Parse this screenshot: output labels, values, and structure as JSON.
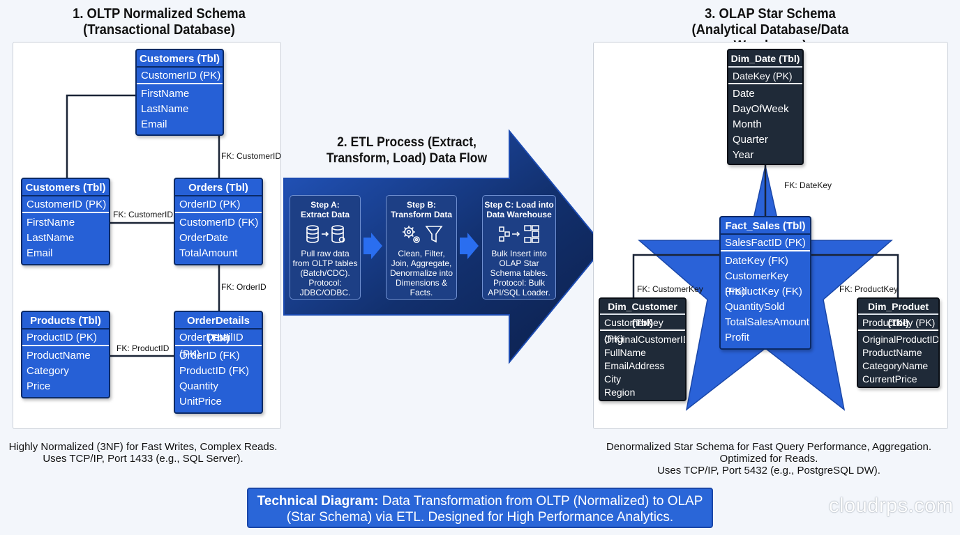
{
  "titles": {
    "oltp_line1": "1. OLTP Normalized Schema",
    "oltp_line2": "(Transactional Database)",
    "etl_line1": "2. ETL Process (Extract,",
    "etl_line2": "Transform, Load) Data Flow",
    "olap_line1": "3. OLAP Star Schema",
    "olap_line2": "(Analytical Database/Data Warehouse)"
  },
  "oltp": {
    "customers_top": {
      "title": "Customers (Tbl)",
      "pk": "CustomerID (PK)",
      "fields": [
        "FirstName",
        "LastName",
        "Email"
      ]
    },
    "customers": {
      "title": "Customers (Tbl)",
      "pk": "CustomerID (PK)",
      "fields": [
        "FirstName",
        "LastName",
        "Email"
      ]
    },
    "orders": {
      "title": "Orders (Tbl)",
      "pk": "OrderID (PK)",
      "fields": [
        "CustomerID (FK)",
        "OrderDate",
        "TotalAmount"
      ]
    },
    "products": {
      "title": "Products (Tbl)",
      "pk": "ProductID (PK)",
      "fields": [
        "ProductName",
        "Category",
        "Price"
      ]
    },
    "orderdetails": {
      "title": "OrderDetails (Tbl)",
      "pk": "OrderDetailID (PK)",
      "fields": [
        "OrderID (FK)",
        "ProductID (FK)",
        "Quantity",
        "UnitPrice"
      ]
    },
    "labels": {
      "fk_customer_vertical": "FK: CustomerID",
      "fk_customer_horizontal": "FK: CustomerID",
      "fk_order": "FK: OrderID",
      "fk_product": "FK: ProductID"
    },
    "caption_line1": "Highly Normalized (3NF) for Fast Writes, Complex Reads.",
    "caption_line2": "Uses TCP/IP, Port 1433 (e.g., SQL Server)."
  },
  "etl": {
    "steps": [
      {
        "title_l1": "Step A:",
        "title_l2": "Extract Data",
        "icon": "database-to-database-icon",
        "desc": [
          "Pull raw data",
          "from OLTP tables",
          "(Batch/CDC).",
          "Protocol:",
          "JDBC/ODBC."
        ]
      },
      {
        "title_l1": "Step B:",
        "title_l2": "Transform Data",
        "icon": "gears-and-filter-icon",
        "desc": [
          "Clean, Filter,",
          "Join, Aggregate,",
          "Denormalize into",
          "Dimensions &",
          "Facts."
        ]
      },
      {
        "title_l1": "Step C: Load into",
        "title_l2": "Data Warehouse",
        "icon": "load-to-schema-icon",
        "desc": [
          "Bulk Insert into",
          "OLAP Star",
          "Schema tables.",
          "Protocol: Bulk",
          "API/SQL Loader."
        ]
      }
    ]
  },
  "olap": {
    "dim_date": {
      "title": "Dim_Date (Tbl)",
      "pk": "DateKey (PK)",
      "fields": [
        "Date",
        "DayOfWeek",
        "Month",
        "Quarter",
        "Year"
      ]
    },
    "fact_sales": {
      "title": "Fact_Sales (Tbl)",
      "pk": "SalesFactID (PK)",
      "fields": [
        "DateKey (FK)",
        "CustomerKey (FK)",
        "ProductKey (FK)",
        "QuantitySold",
        "TotalSalesAmount",
        "Profit"
      ]
    },
    "dim_customer": {
      "title": "Dim_Customer (Tbl)",
      "pk": "CustomerKey (PK)",
      "fields": [
        "OriginalCustomerID",
        "FullName",
        "EmailAddress",
        "City",
        "Region"
      ]
    },
    "dim_product": {
      "title": "Dim_Produet (Tbl)",
      "pk": "ProductKey (PK)",
      "fields": [
        "OriginalProductID",
        "ProductName",
        "CategoryName",
        "CurrentPrice"
      ]
    },
    "labels": {
      "fk_datekey": "FK: DateKey",
      "fk_customerkey": "FK: CustomerKey",
      "fk_productkey": "FK: ProductKey"
    },
    "caption_line1": "Denormalized Star Schema for Fast Query Performance, Aggregation.",
    "caption_line2": "Optimized for Reads.",
    "caption_line3": "Uses TCP/IP, Port 5432 (e.g., PostgreSQL DW)."
  },
  "footer": {
    "bold": "Technical Diagram:",
    "text1": " Data Transformation from OLTP (Normalized) to OLAP",
    "text2": "(Star Schema) via ETL. Designed for High Performance Analytics."
  },
  "brand": "cloudrps.com",
  "colors": {
    "table_blue": "#2660d6",
    "table_dark": "#1f2a38",
    "arrow_dark": "#10285e",
    "star_blue": "#2a62d8"
  }
}
